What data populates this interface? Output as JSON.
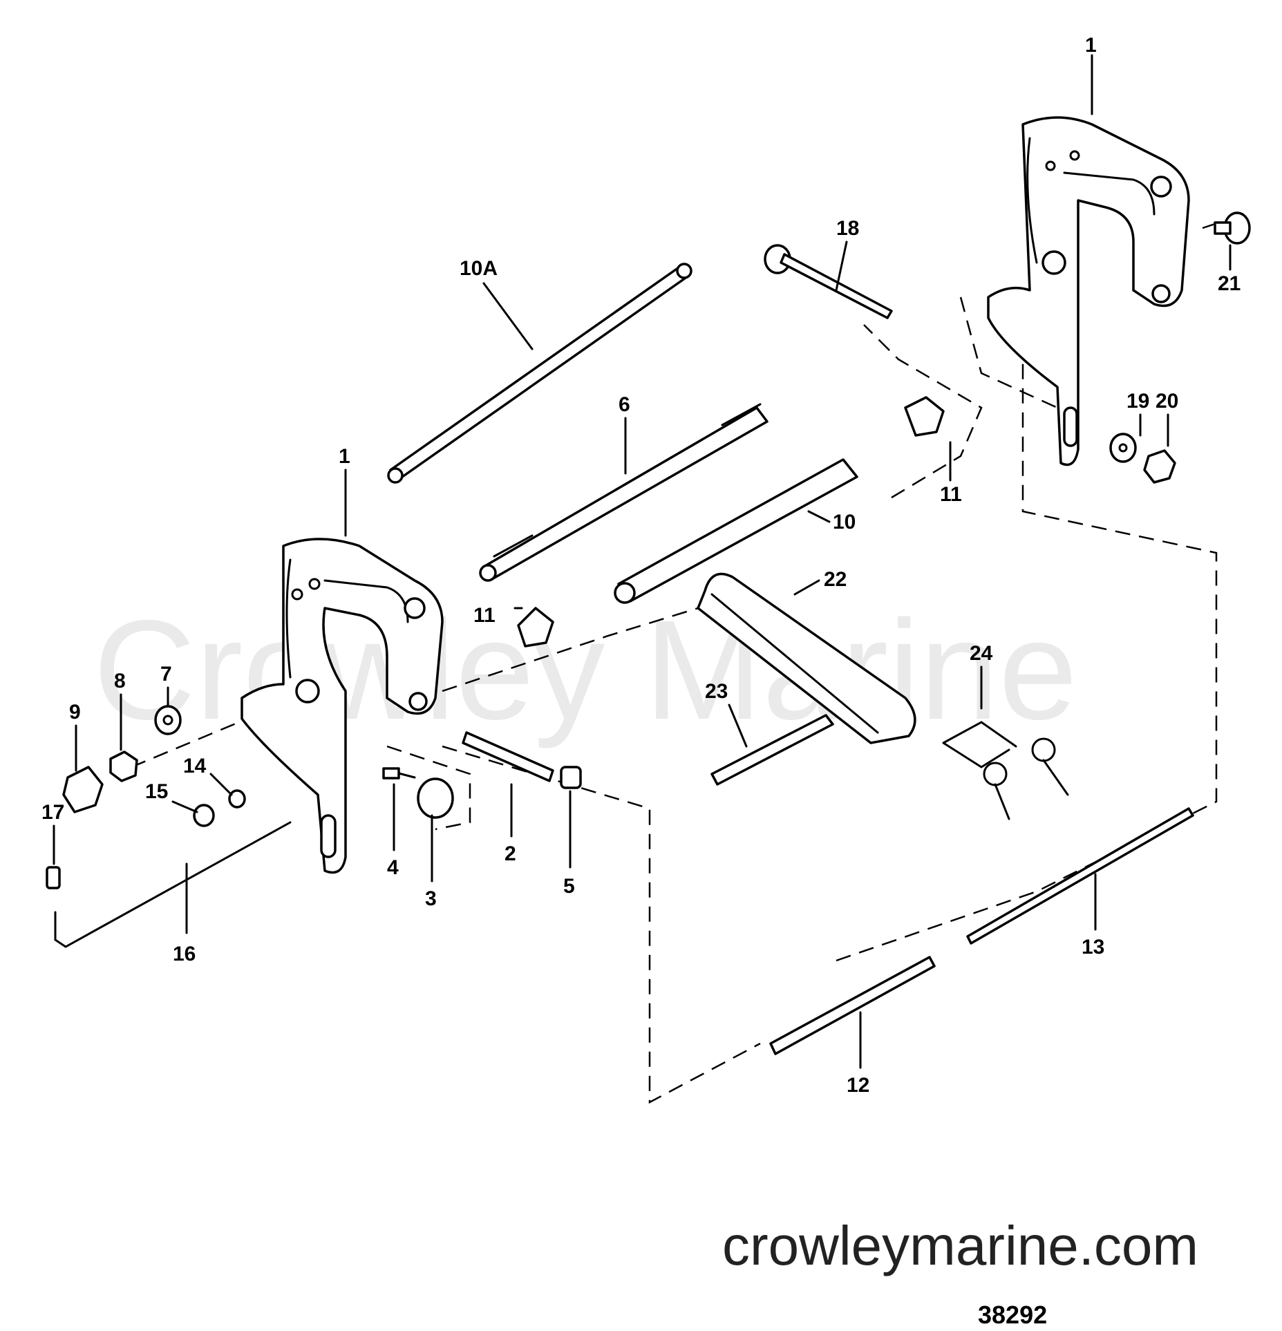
{
  "watermark": "Crowley Marine",
  "footer": {
    "site": "crowleymarine.com",
    "figure_number": "38292"
  },
  "callouts": {
    "c1a": "1",
    "c1b": "1",
    "c2": "2",
    "c3": "3",
    "c4": "4",
    "c5": "5",
    "c6": "6",
    "c7": "7",
    "c8": "8",
    "c9": "9",
    "c10": "10",
    "c10a": "10A",
    "c11a": "11",
    "c11b": "11",
    "c12": "12",
    "c13": "13",
    "c14": "14",
    "c15": "15",
    "c16": "16",
    "c17": "17",
    "c18": "18",
    "c19": "19",
    "c20": "20",
    "c21": "21",
    "c22": "22",
    "c23": "23",
    "c24": "24"
  }
}
